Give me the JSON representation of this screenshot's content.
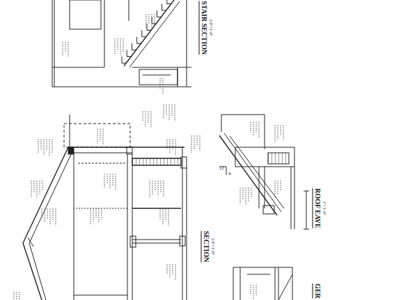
{
  "diagram": {
    "labels": [
      "STAIR SECTION",
      "3/4\"=1'-0\"",
      "SECTION",
      "3/4\"=1'-0\"",
      "ROOF EAVE",
      "1\"=1'-0\"",
      "GER",
      "12",
      "6"
    ]
  }
}
